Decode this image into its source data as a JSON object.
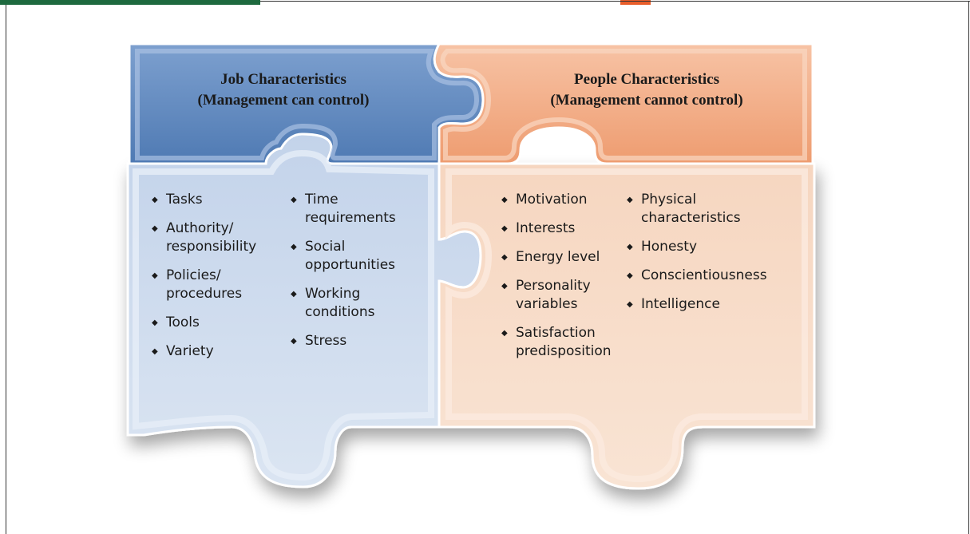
{
  "job": {
    "title": "Job Characteristics",
    "subtitle": "(Management can control)",
    "col1": [
      "Tasks",
      "Authority/ responsibility",
      "Policies/ procedures",
      "Tools",
      "Variety"
    ],
    "col2": [
      "Time requirements",
      "Social opportunities",
      "Working conditions",
      "Stress"
    ]
  },
  "people": {
    "title": "People Characteristics",
    "subtitle": "(Management cannot control)",
    "col1": [
      "Motivation",
      "Interests",
      "Energy level",
      "Personality variables",
      "Satisfaction predisposition"
    ],
    "col2": [
      "Physical characteristics",
      "Honesty",
      "Conscientiousness",
      "Intelligence"
    ]
  },
  "colors": {
    "blue_top": "#5b86bf",
    "blue_bottom": "#c8d6ea",
    "orange_top": "#f0a57c",
    "orange_bottom": "#f8ddc8",
    "brand_green": "#1e6a3f",
    "brand_orange": "#e85d2a"
  }
}
